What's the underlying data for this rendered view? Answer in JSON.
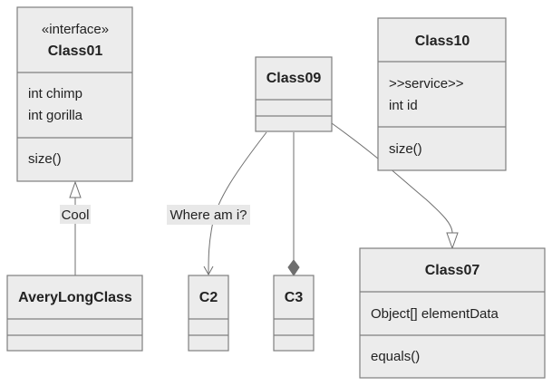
{
  "classes": {
    "class01": {
      "stereotype": "«interface»",
      "name": "Class01",
      "attributes": [
        "int chimp",
        "int gorilla"
      ],
      "methods": [
        "size()"
      ]
    },
    "class09": {
      "name": "Class09"
    },
    "class10": {
      "name": "Class10",
      "attributes": [
        ">>service>>",
        "int id"
      ],
      "methods": [
        "size()"
      ]
    },
    "averylongclass": {
      "name": "AveryLongClass"
    },
    "c2": {
      "name": "C2"
    },
    "c3": {
      "name": "C3"
    },
    "class07": {
      "name": "Class07",
      "attributes": [
        "Object[] elementData"
      ],
      "methods": [
        "equals()"
      ]
    }
  },
  "relations": [
    {
      "from": "AveryLongClass",
      "to": "Class01",
      "kind": "realization",
      "label": "Cool"
    },
    {
      "from": "Class09",
      "to": "C2",
      "kind": "association",
      "label": "Where am i?"
    },
    {
      "from": "Class09",
      "to": "C3",
      "kind": "composition",
      "label": ""
    },
    {
      "from": "Class09",
      "to": "Class07",
      "kind": "inheritance",
      "label": ""
    }
  ]
}
